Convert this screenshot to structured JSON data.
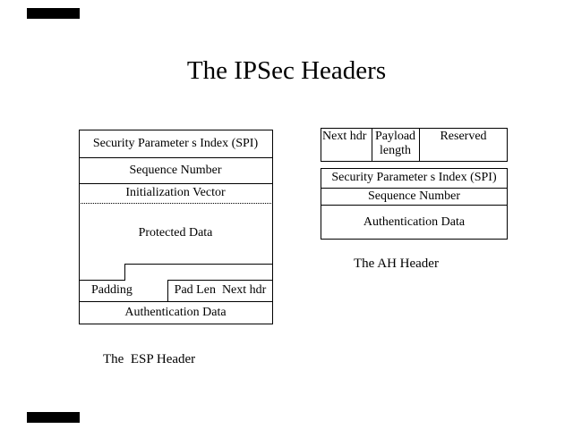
{
  "slide": {
    "title": "The IPSec Headers",
    "background_color": "#ffffff",
    "ink_color": "#000000"
  },
  "esp_header_diagram": {
    "caption": "The  ESP Header",
    "fields": {
      "spi": "Security Parameter s Index (SPI)",
      "sequence_number": "Sequence Number",
      "initialization_vector": "Initialization Vector",
      "protected_data": "Protected Data",
      "padding": "Padding",
      "pad_len_next_hdr": "Pad Len  Next hdr",
      "authentication_data": "Authentication Data"
    }
  },
  "ah_header_diagram": {
    "caption": "The AH Header",
    "fields": {
      "next_hdr": "Next hdr",
      "payload_length": "Payload length",
      "reserved": "Reserved",
      "spi": "Security Parameter s Index (SPI)",
      "sequence_number": "Sequence Number",
      "authentication_data": "Authentication Data"
    }
  }
}
